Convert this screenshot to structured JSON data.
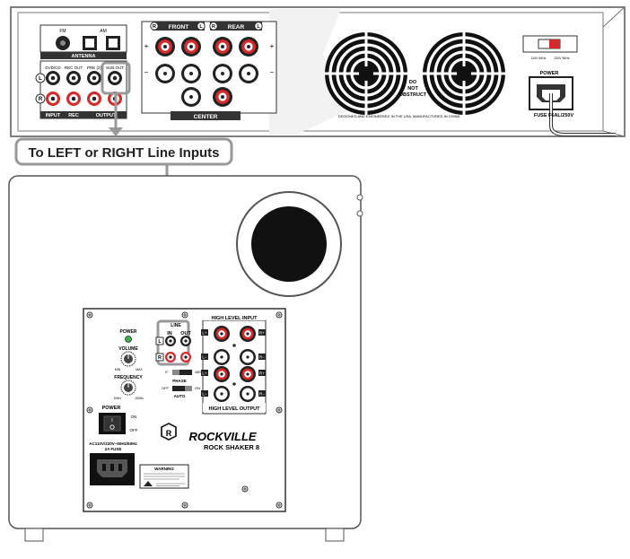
{
  "receiver": {
    "antenna": {
      "fm": "FM",
      "am": "AM",
      "title": "ANTENNA"
    },
    "rca": {
      "dvd_cd": "DVD/CD",
      "rec_out": "REC OUT",
      "pre_r": "PRE (2)",
      "sub_out": "SUB OUT",
      "l": "L",
      "r": "R",
      "input": "INPUT",
      "rec": "REC",
      "output": "OUTPUT"
    },
    "speakers": {
      "front": "FRONT",
      "rear": "REAR",
      "center": "CENTER",
      "r": "R",
      "l": "L",
      "plus": "+",
      "minus": "−"
    },
    "fan_notice": [
      "DO",
      "NOT",
      "OBSTRUCT"
    ],
    "made_in": "DESIGNED AND ENGINEERED IN THE USA. MANUFACTURED IN CHINA.",
    "voltage": {
      "v110": "110V 60Hz",
      "v220": "220V 50Hz"
    },
    "power": "POWER",
    "fuse": "FUSE F6AL/250V"
  },
  "callout": {
    "label": "To LEFT or RIGHT Line Inputs"
  },
  "subwoofer": {
    "power_led_label": "POWER",
    "volume": {
      "label": "VOLUME",
      "min": "MIN",
      "max": "MAX"
    },
    "frequency": {
      "label": "FREQUENCY",
      "min": "50Hz",
      "max": "150Hz"
    },
    "line": {
      "label": "LINE",
      "in": "IN",
      "out": "OUT",
      "l": "L",
      "r": "R"
    },
    "phase": {
      "label": "PHASE",
      "zero": "0°",
      "one_eighty": "180°"
    },
    "auto": {
      "label": "AUTO",
      "off": "OFF",
      "on": "ON"
    },
    "high_level_input": "HIGH LEVEL INPUT",
    "high_level_output": "HIGH LEVEL OUTPUT",
    "terminals": {
      "l_plus": "L+",
      "r_plus": "R+",
      "l_minus": "L−",
      "r_minus": "R−"
    },
    "power_switch": {
      "label": "POWER",
      "on": "ON",
      "off": "OFF"
    },
    "ac_label": [
      "AC110V/220V~50Hz/60Hz",
      "2A FUSE"
    ],
    "brand": "ROCKVILLE",
    "model": "ROCK SHAKER 8",
    "warning": "WARNING"
  }
}
